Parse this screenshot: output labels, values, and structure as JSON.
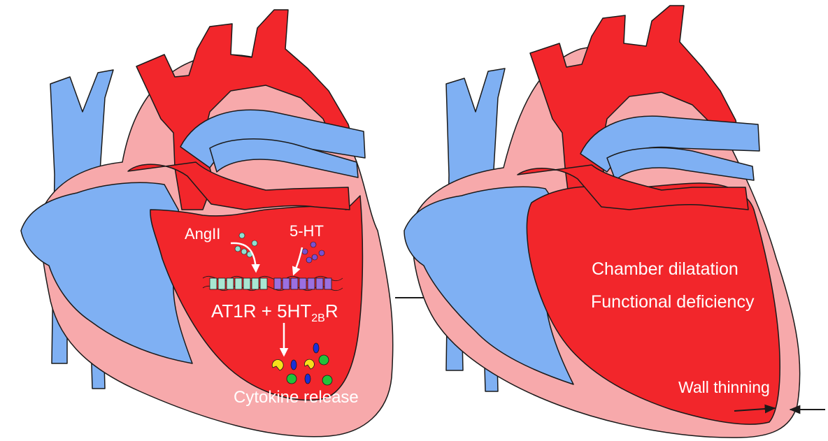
{
  "colors": {
    "oxygenated": "#f2262b",
    "deoxygenated": "#7fb0f3",
    "myocardium": "#f7a9ab",
    "outline": "#1a1a1a",
    "label_text": "#ffffff",
    "angII_dots": "#8fe0d0",
    "ht5_dots": "#7a4fd0",
    "receptor_at1r": "#a8e6d2",
    "receptor_5ht2b": "#9b6fe0",
    "cytokine_yellow": "#f7e01a",
    "cytokine_blue": "#1b2fd8",
    "cytokine_green": "#22c33a"
  },
  "left_heart": {
    "ligand_1": "AngII",
    "ligand_2": "5-HT",
    "receptors": {
      "prefix": "AT1R + 5HT",
      "subscript": "2B",
      "suffix": "R"
    },
    "outcome": "Cytokine release"
  },
  "right_heart": {
    "line_1": "Chamber dilatation",
    "line_2": "Functional deficiency",
    "line_3": "Wall thinning"
  },
  "icons": {
    "progression_arrow": "arrow-right-icon",
    "wall_arrows": "arrows-pointing-inward-icon"
  }
}
